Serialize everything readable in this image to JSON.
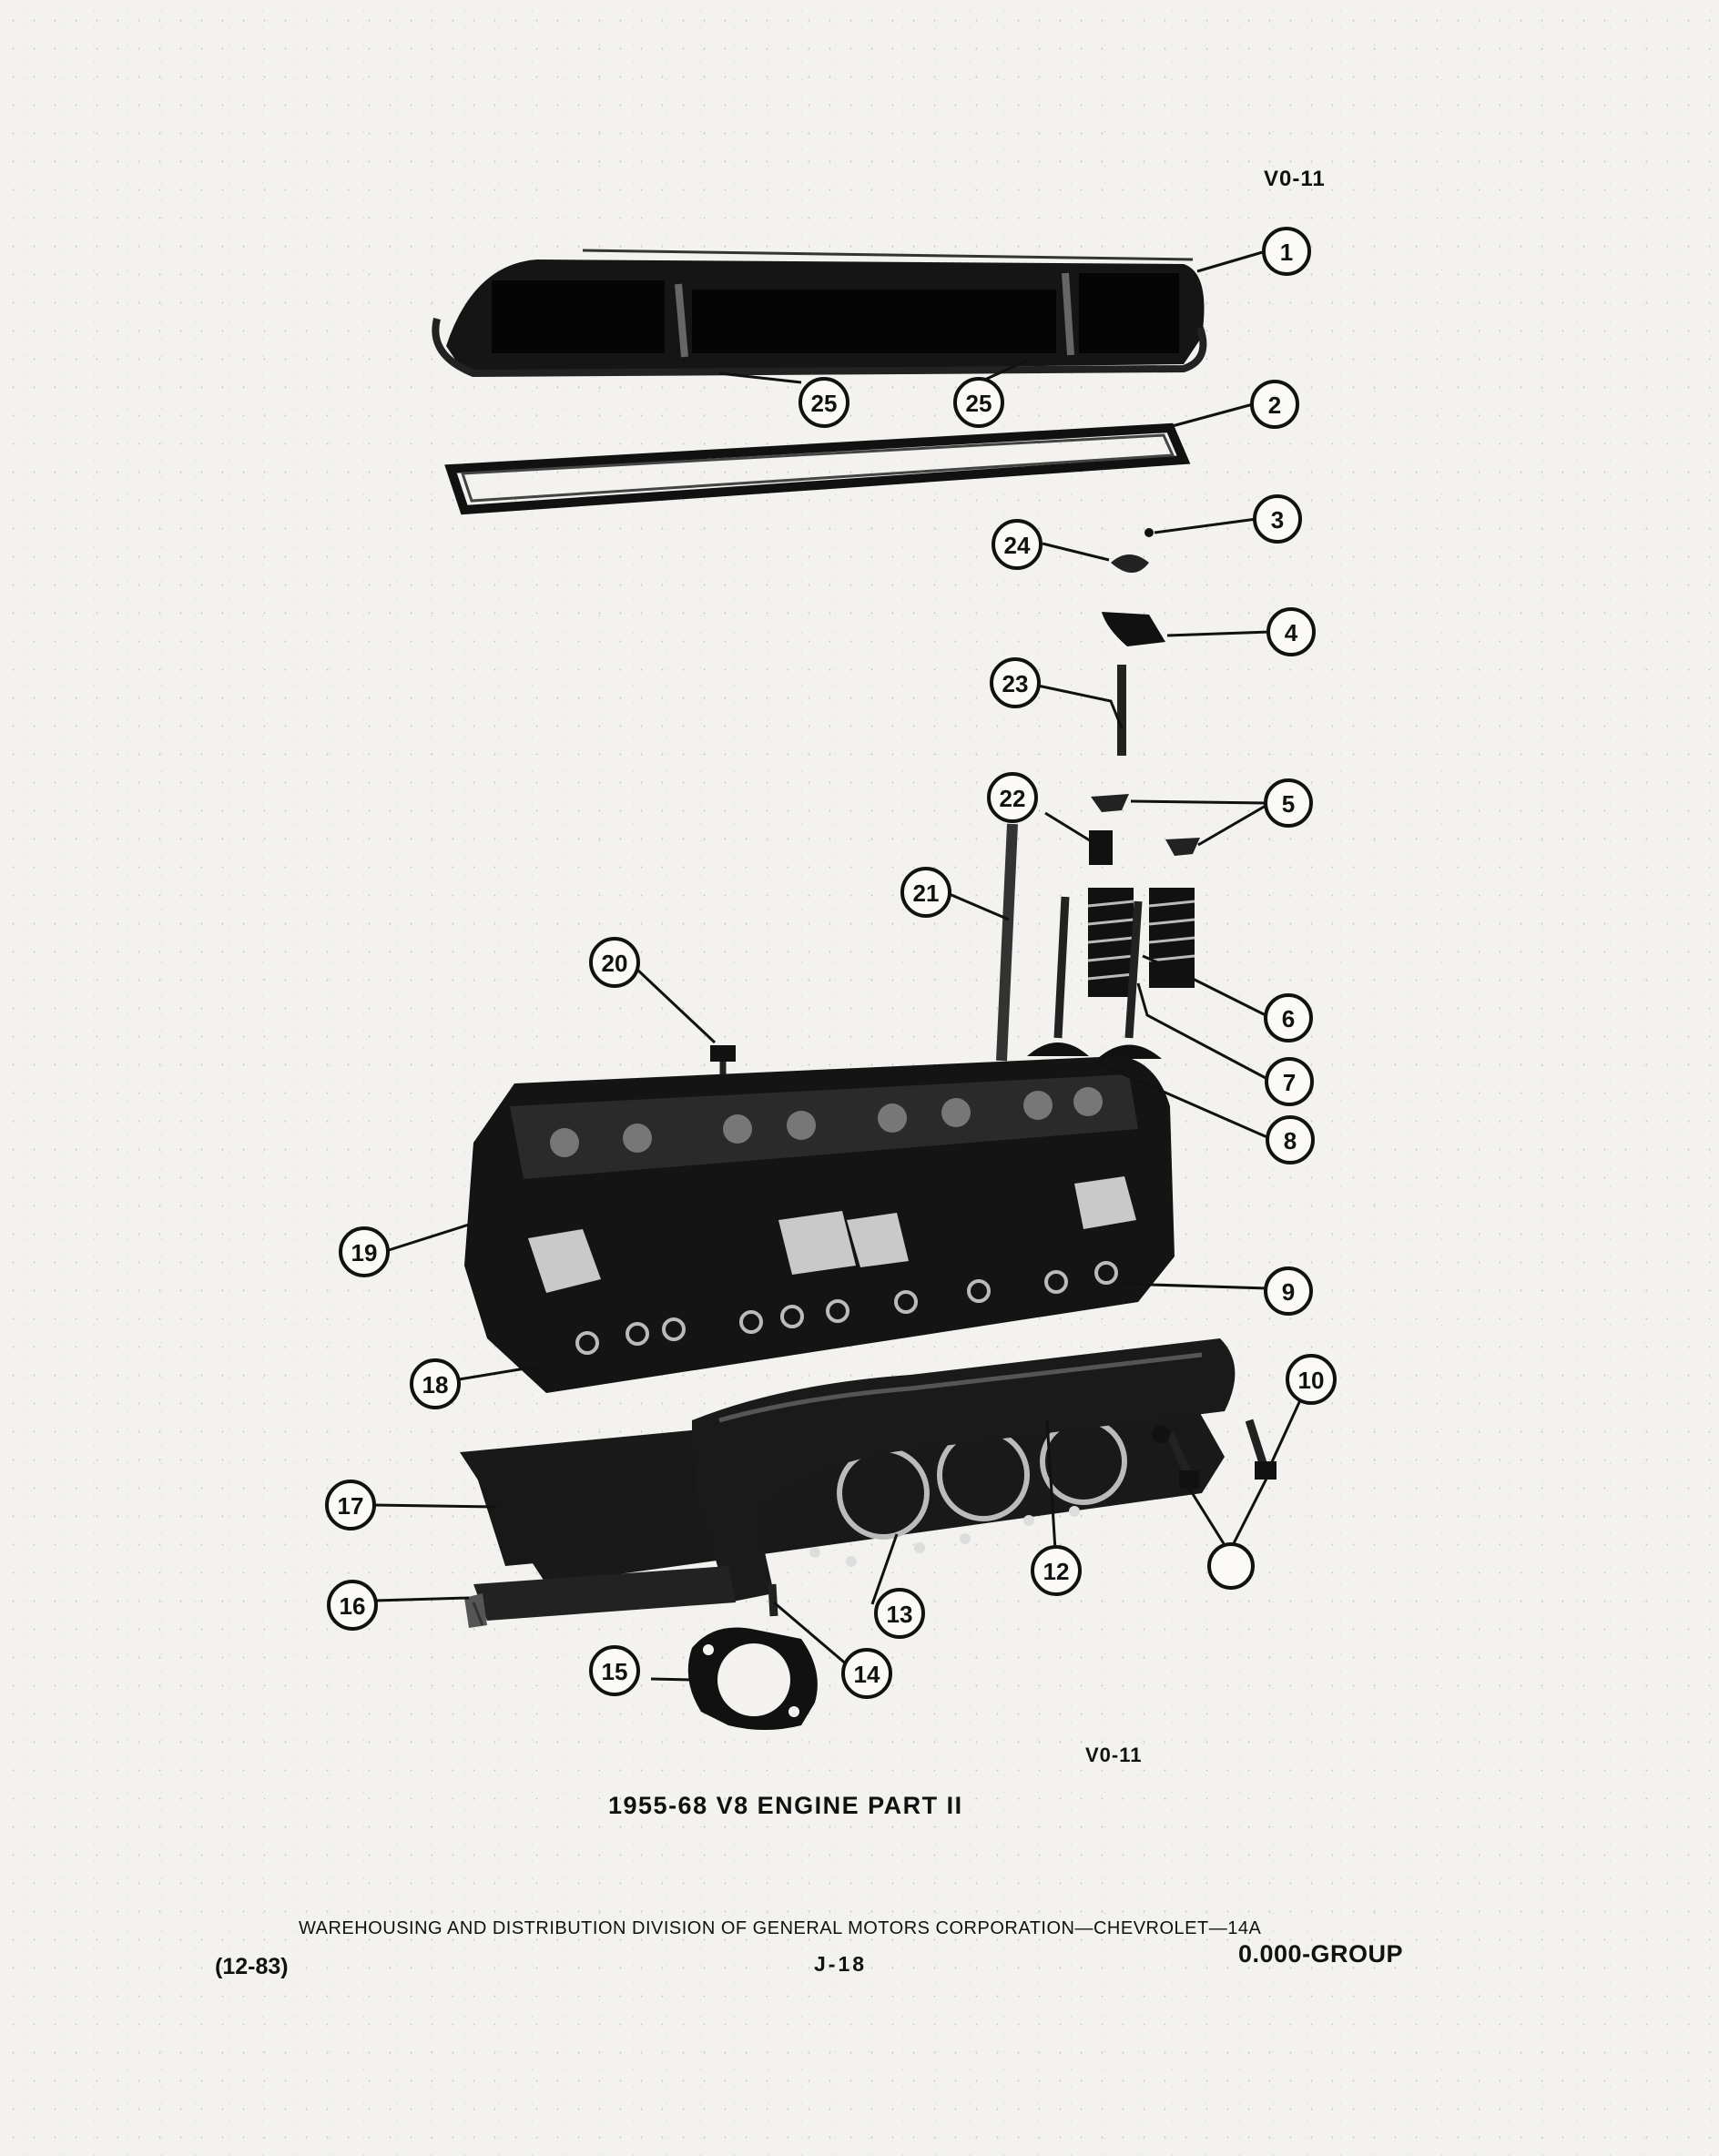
{
  "figure": {
    "id_top": "V0-11",
    "id_bottom": "V0-11",
    "caption": "1955-68 V8 ENGINE PART II"
  },
  "footer": {
    "distributor": "WAREHOUSING AND DISTRIBUTION DIVISION OF GENERAL MOTORS CORPORATION—CHEVROLET—14A",
    "date_code": "(12-83)",
    "page": "J-18",
    "group": "0.000-GROUP"
  },
  "callouts": [
    "1",
    "2",
    "3",
    "4",
    "5",
    "6",
    "7",
    "8",
    "9",
    "10",
    "",
    "12",
    "13",
    "14",
    "15",
    "16",
    "17",
    "18",
    "19",
    "20",
    "21",
    "22",
    "23",
    "24",
    "25",
    "25"
  ],
  "colors": {
    "ink": "#111111",
    "paper": "#f3f2ee"
  }
}
